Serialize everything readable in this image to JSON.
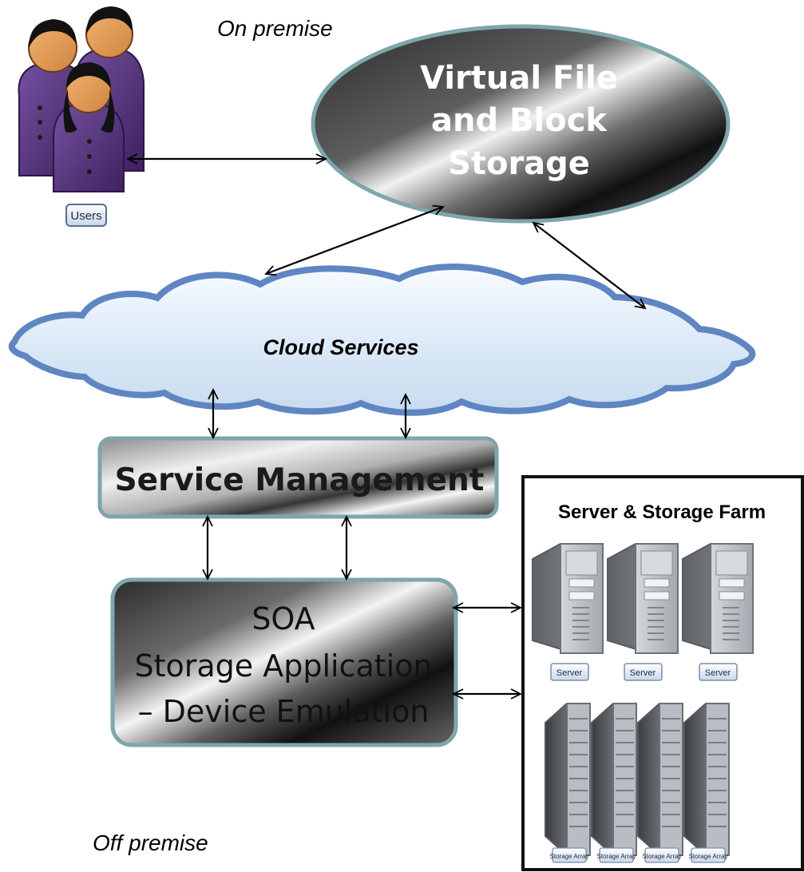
{
  "labels": {
    "on_premise": "On premise",
    "off_premise": "Off premise",
    "cloud_services": "Cloud Services"
  },
  "users": {
    "badge": "Users"
  },
  "virtual_storage": {
    "lines": [
      "Virtual File",
      "and Block",
      "Storage"
    ]
  },
  "service_management": {
    "label": "Service Management"
  },
  "soa": {
    "lines": [
      "SOA",
      "Storage Application",
      "– Device Emulation"
    ]
  },
  "farm": {
    "title": "Server & Storage Farm",
    "servers": [
      {
        "label": "Server"
      },
      {
        "label": "Server"
      },
      {
        "label": "Server"
      }
    ],
    "storage_arrays": [
      {
        "label": "Storage Array"
      },
      {
        "label": "Storage Array"
      },
      {
        "label": "Storage Array"
      },
      {
        "label": "Storage Array"
      }
    ]
  },
  "colors": {
    "accent_border": "#7ea6ab",
    "cloud_fill": "#dcebf8",
    "cloud_stroke": "#5f86c2",
    "person_body": "#4b2a73",
    "person_skin": "#e0a15d",
    "hair": "#111111"
  }
}
